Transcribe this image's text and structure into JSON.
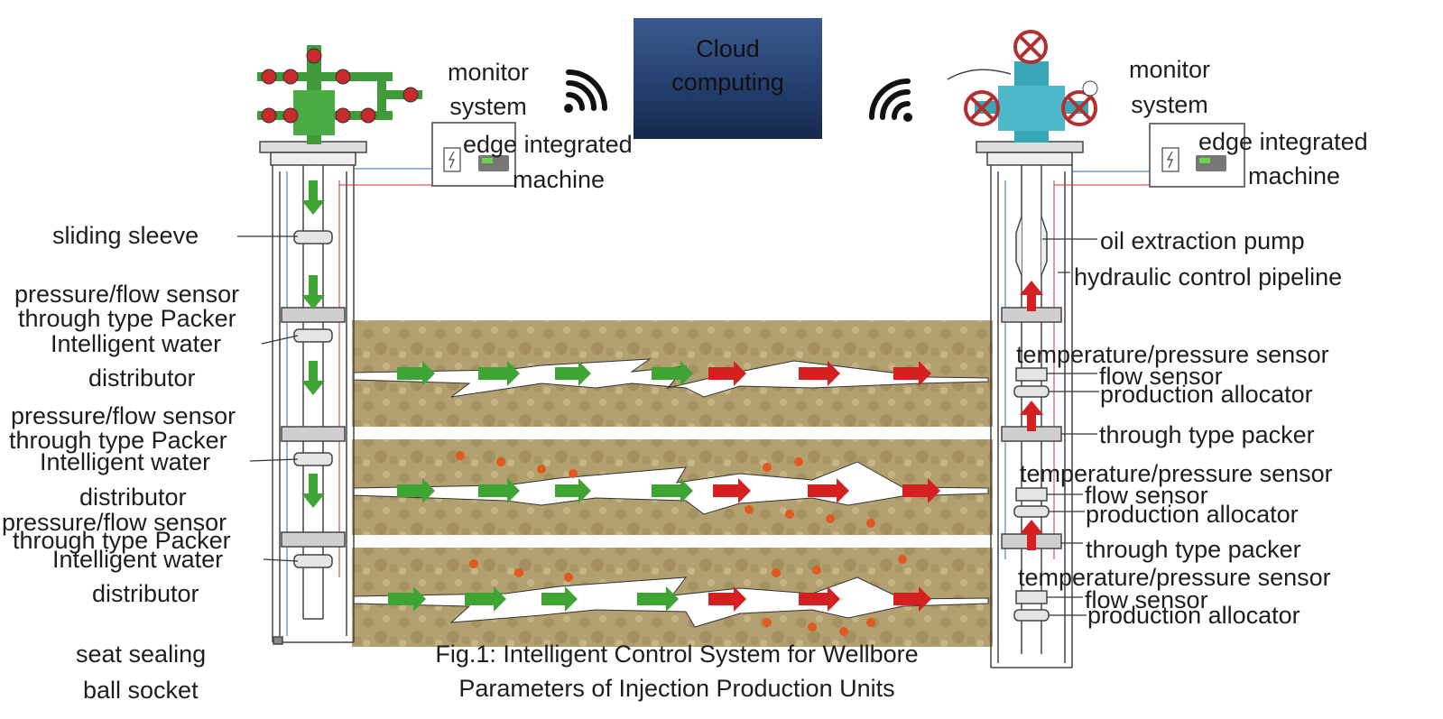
{
  "cloud": {
    "line1": "Cloud",
    "line2": "computing"
  },
  "left": {
    "monitor": {
      "line1": "monitor",
      "line2": "system"
    },
    "edge": {
      "line1": "edge integrated",
      "line2": "machine"
    },
    "sliding_sleeve": "sliding sleeve",
    "groups": [
      {
        "sensor": "pressure/flow sensor",
        "packer": "through type Packer",
        "wd1": "Intelligent water",
        "wd2": "distributor"
      },
      {
        "sensor": "pressure/flow sensor",
        "packer": "through type Packer",
        "wd1": "Intelligent water",
        "wd2": "distributor"
      },
      {
        "sensor": "pressure/flow sensor",
        "packer": "through type Packer",
        "wd1": "Intelligent water",
        "wd2": "distributor"
      }
    ],
    "seat": {
      "line1": "seat sealing",
      "line2": "ball socket"
    }
  },
  "right": {
    "monitor": {
      "line1": "monitor",
      "line2": "system"
    },
    "edge": {
      "line1": "edge integrated",
      "line2": "machine"
    },
    "pump": "oil extraction pump",
    "pipeline": "hydraulic control pipeline",
    "groups": [
      {
        "temp": "temperature/pressure sensor",
        "flow": "flow sensor",
        "alloc": "production allocator"
      },
      {
        "packer": "through type packer",
        "temp": "temperature/pressure sensor",
        "flow": "flow sensor",
        "alloc": "production allocator"
      },
      {
        "packer": "through type packer",
        "temp": "temperature/pressure sensor",
        "flow": "flow sensor",
        "alloc": "production allocator"
      }
    ]
  },
  "caption": {
    "line1": "Fig.1: Intelligent Control System for Wellbore",
    "line2": "Parameters of Injection Production Units"
  },
  "colors": {
    "water_arrow": "#3ea535",
    "oil_arrow": "#d42020",
    "rock": "#b3a070",
    "pipe_blue": "#2a6fb0",
    "pipe_red": "#d03030"
  }
}
